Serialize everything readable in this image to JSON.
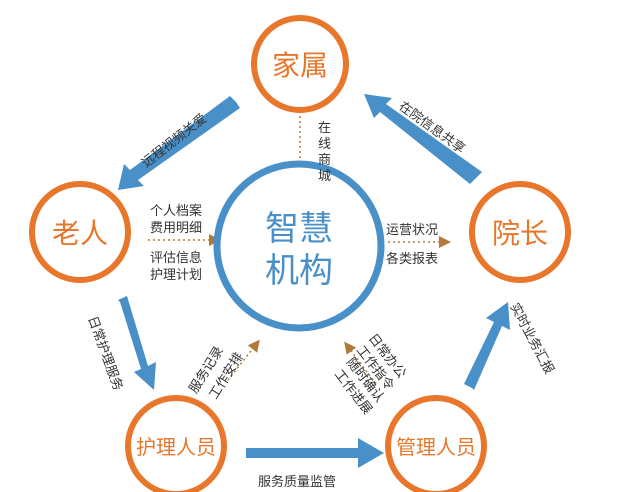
{
  "nodes": {
    "family": "家属",
    "elder": "老人",
    "director": "院长",
    "caregiver": "护理人员",
    "manager": "管理人员",
    "center_line1": "智慧",
    "center_line2": "机构"
  },
  "labels": {
    "elder_to_family": "远程视频关爱",
    "director_to_family": "在院信息共享",
    "family_center": [
      "在",
      "线",
      "商",
      "城"
    ],
    "elder_center_1a": "个人档案",
    "elder_center_1b": "费用明细",
    "elder_center_2a": "评估信息",
    "elder_center_2b": "护理计划",
    "center_director_a": "运营状况",
    "center_director_b": "各类报表",
    "elder_caregiver": "日常护理服务",
    "caregiver_center_a": "服务记录",
    "caregiver_center_b": "工作安排",
    "manager_center_1a": "日常办公",
    "manager_center_1b": "工作指令",
    "manager_center_2a": "随时确认",
    "manager_center_2b": "工作进展",
    "manager_director": "实时业务汇报",
    "caregiver_manager": "服务质量监管"
  },
  "colors": {
    "orange": "#e8762b",
    "blue": "#4a90c8",
    "dotted_arrow": "#b07a3a"
  }
}
